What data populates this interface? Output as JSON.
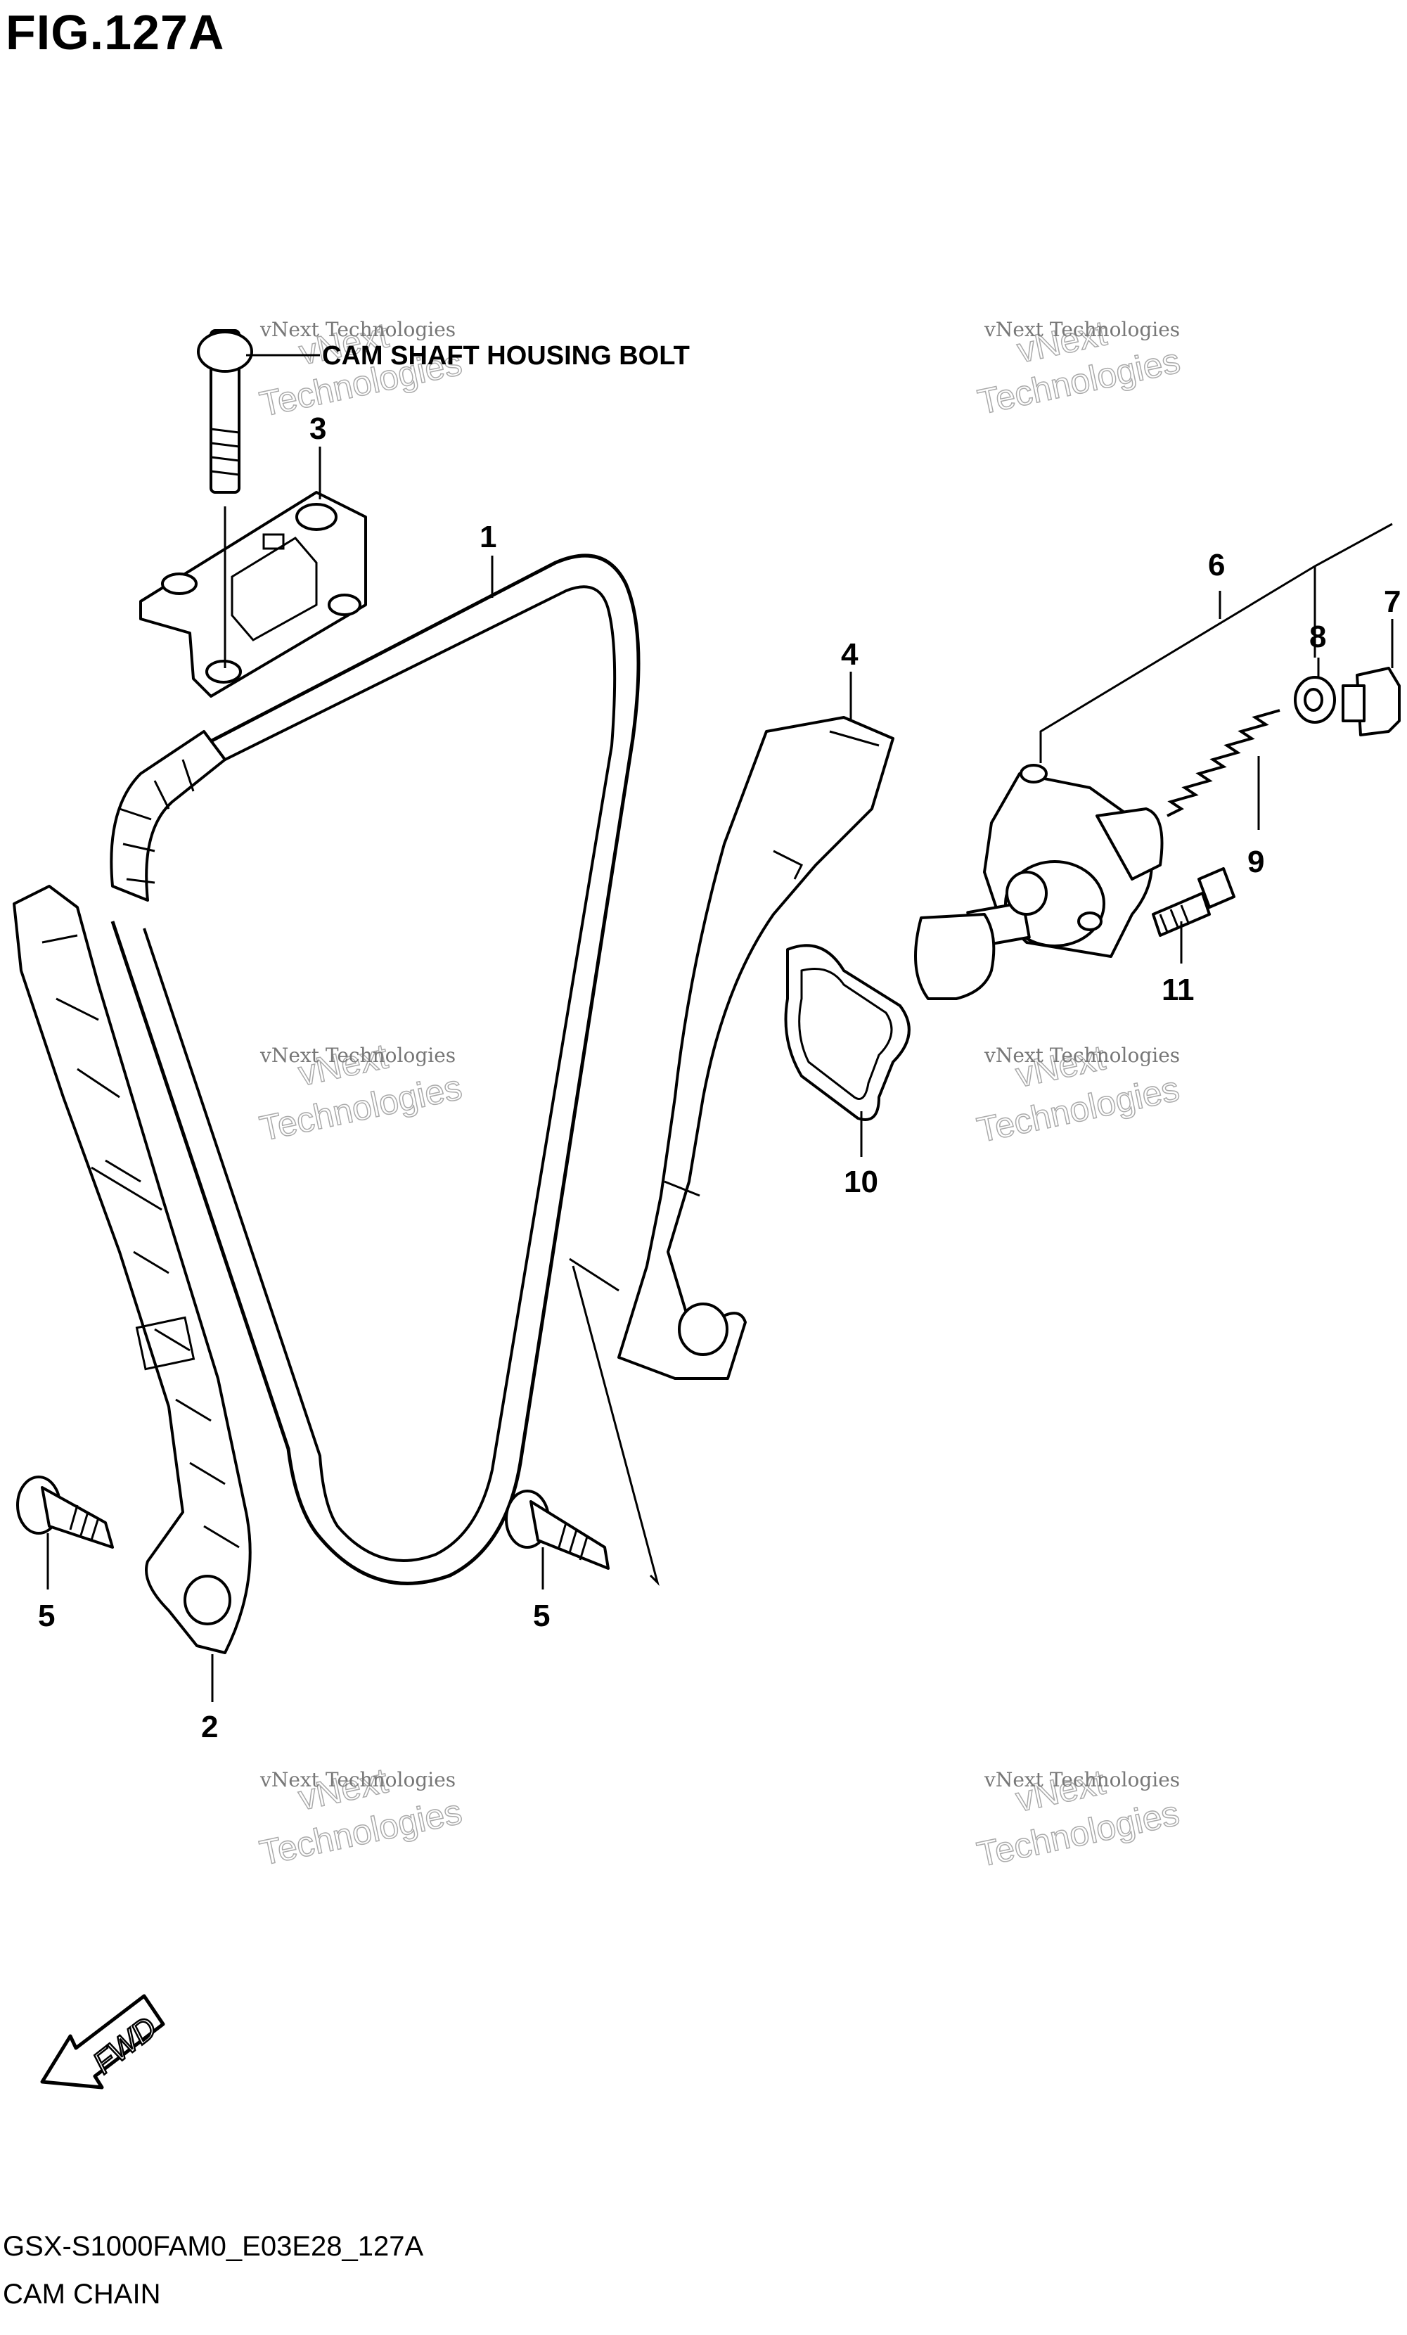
{
  "figure": {
    "title": "FIG.127A",
    "code": "GSX-S1000FAM0_E03E28_127A",
    "name": "CAM CHAIN"
  },
  "notes": {
    "cam_shaft_bolt": "CAM SHAFT HOUSING BOLT"
  },
  "callouts": [
    "1",
    "2",
    "3",
    "4",
    "5",
    "5",
    "6",
    "7",
    "8",
    "9",
    "10",
    "11"
  ],
  "watermark": {
    "line1": "vNext Technologies",
    "line2": "vNext",
    "line3": "Technologies"
  },
  "fwd_label": "FWD"
}
